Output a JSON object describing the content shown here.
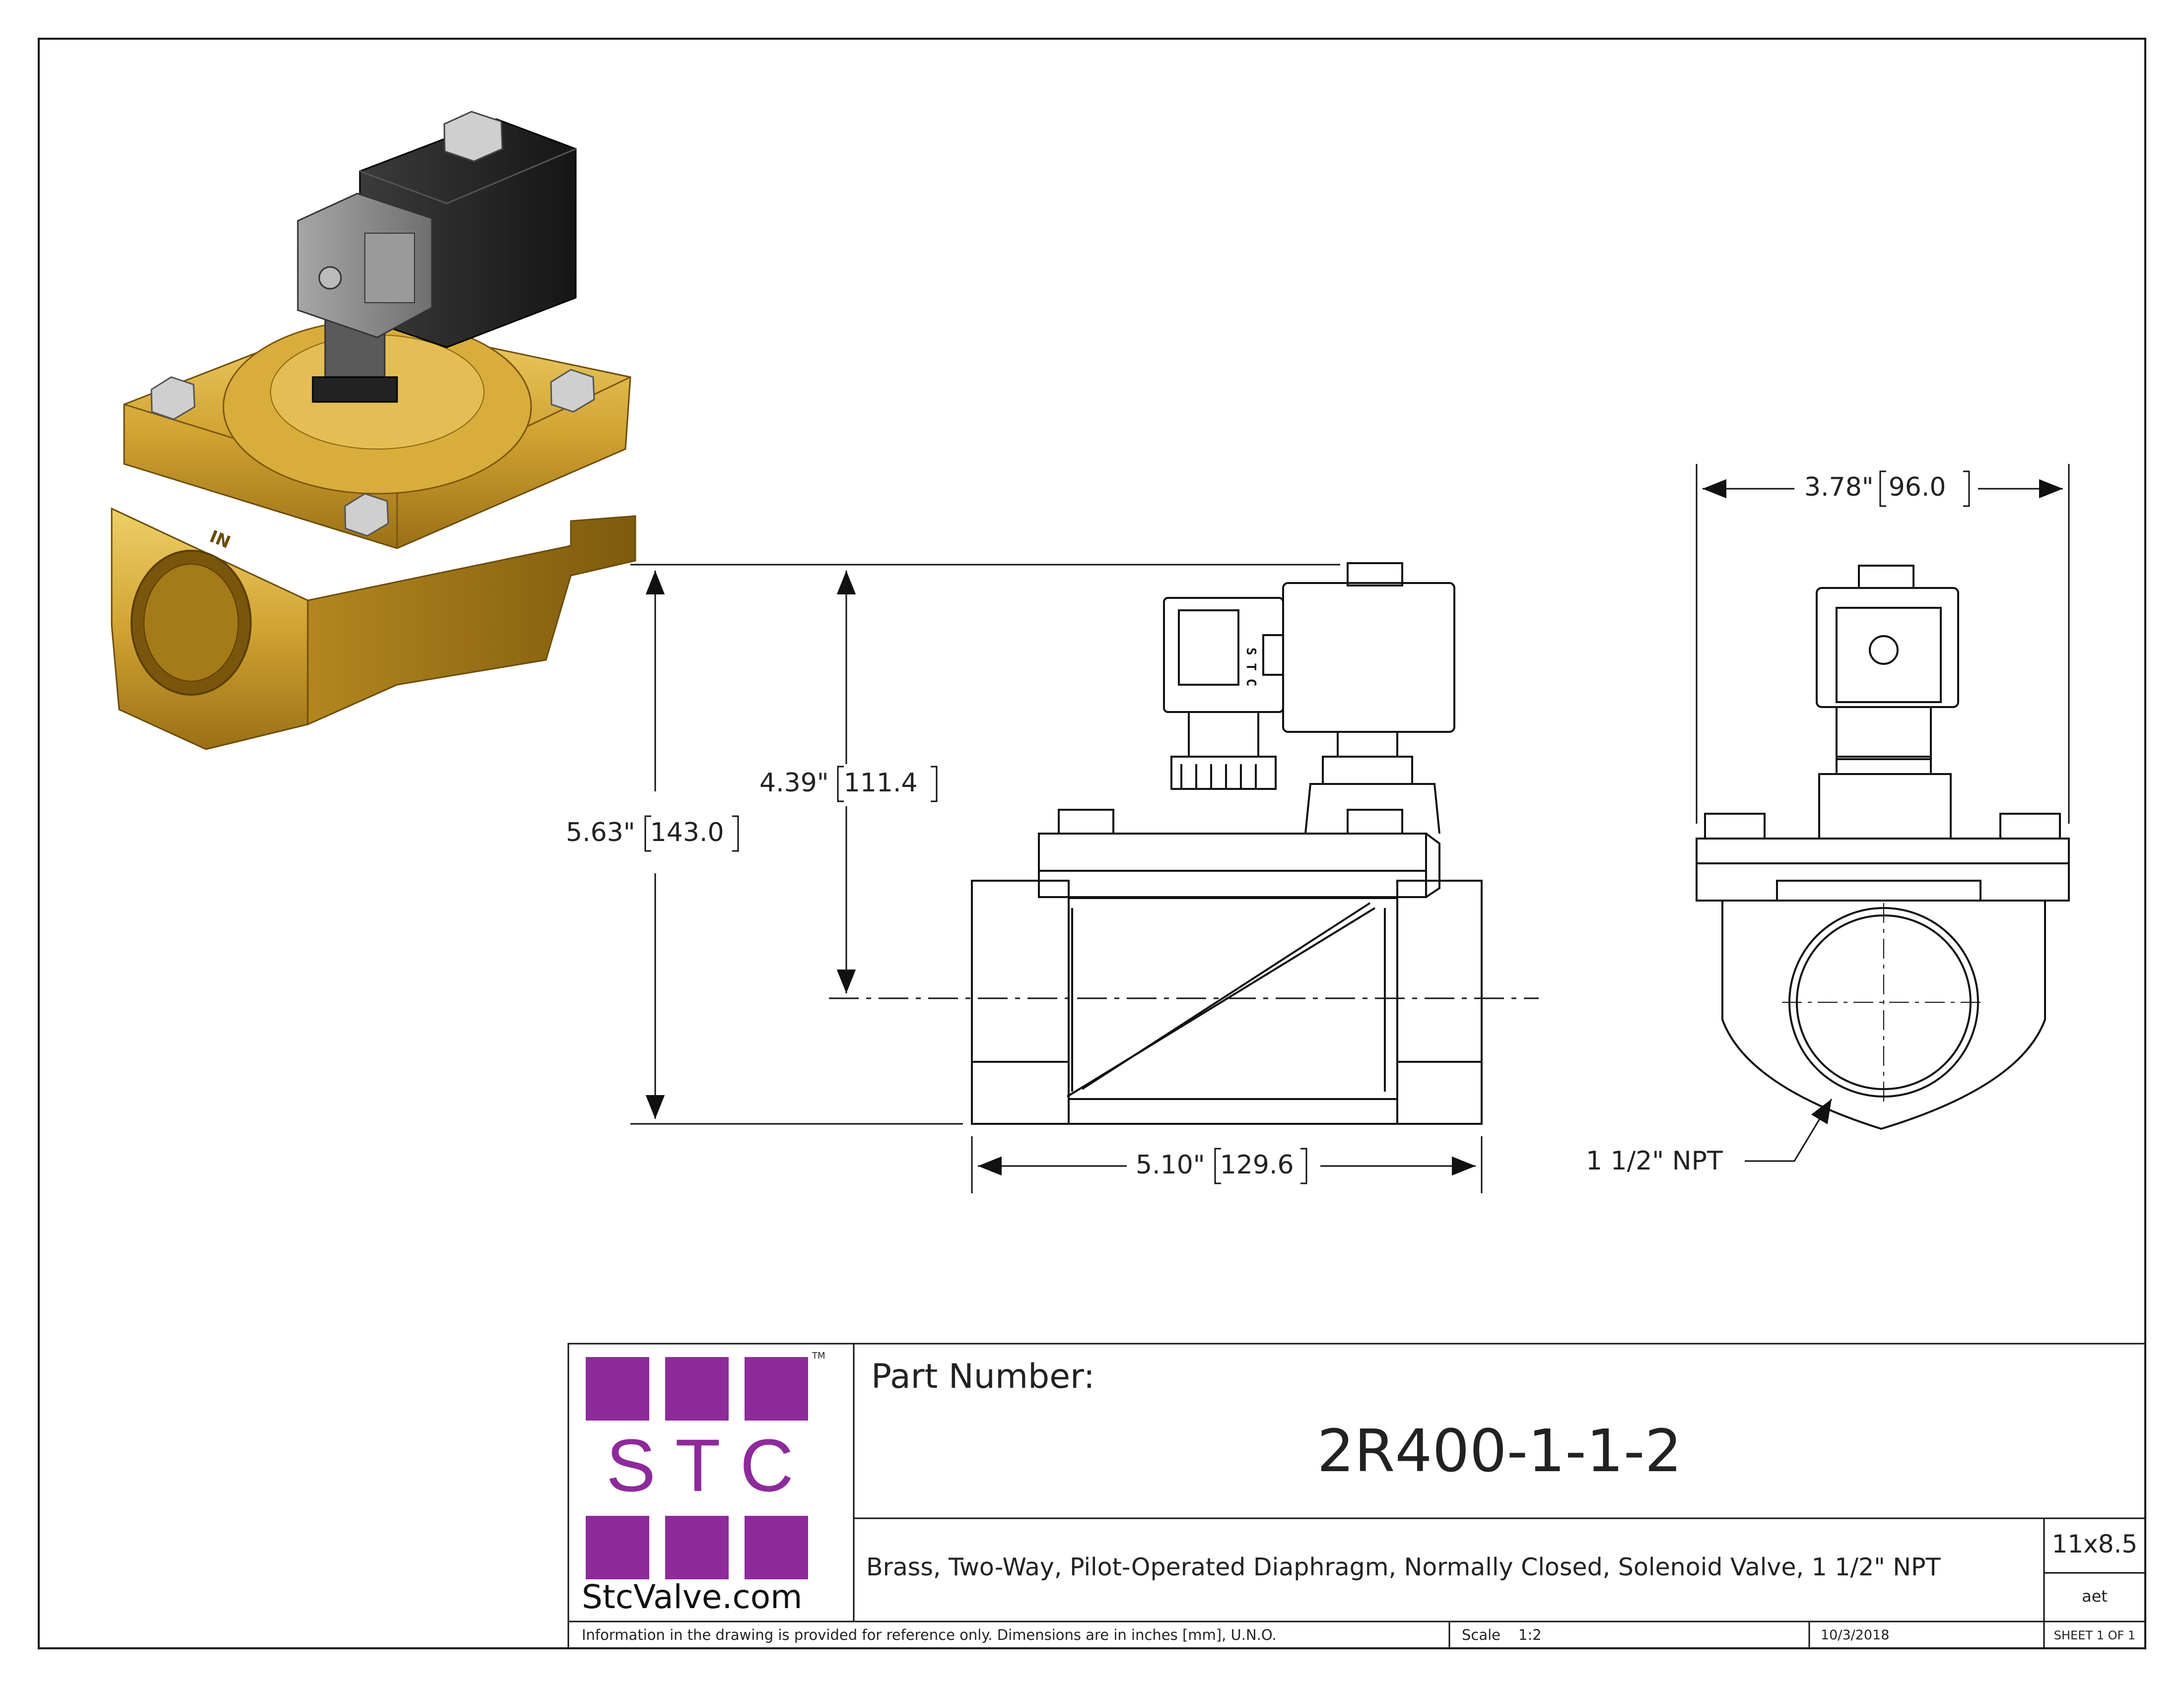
{
  "drawing": {
    "dimensions": {
      "width_top_in": "3.78\"",
      "width_top_mm": "96.0",
      "height_total_in": "5.63\"",
      "height_total_mm": "143.0",
      "height_center_in": "4.39\"",
      "height_center_mm": "111.4",
      "length_in": "5.10\"",
      "length_mm": "129.6",
      "port_callout": "1 1/2\" NPT"
    },
    "iso_port_label": "IN",
    "connector_brand": "S T C"
  },
  "title_block": {
    "logo_letters": "S T C",
    "logo_tm": "TM",
    "logo_site": "StcValve.com",
    "part_number_label": "Part Number:",
    "part_number": "2R400-1-1-2",
    "description": "Brass, Two-Way, Pilot-Operated Diaphragm, Normally Closed, Solenoid Valve, 1 1/2\" NPT",
    "paper_size": "11x8.5",
    "drawn_by": "aet",
    "disclaimer": "Information in the drawing is provided for reference only. Dimensions are in inches [mm], U.N.O.",
    "scale_label": "Scale",
    "scale_value": "1:2",
    "date": "10/3/2018",
    "sheet": "SHEET 1 OF 1"
  },
  "colors": {
    "brass_light": "#e0b94a",
    "brass_mid": "#c89a2a",
    "brass_dark": "#8a6410",
    "coil_black": "#2a2a2a",
    "connector_gray": "#8f8f8f",
    "logo_purple": "#8e2a9c",
    "line": "#111111"
  }
}
